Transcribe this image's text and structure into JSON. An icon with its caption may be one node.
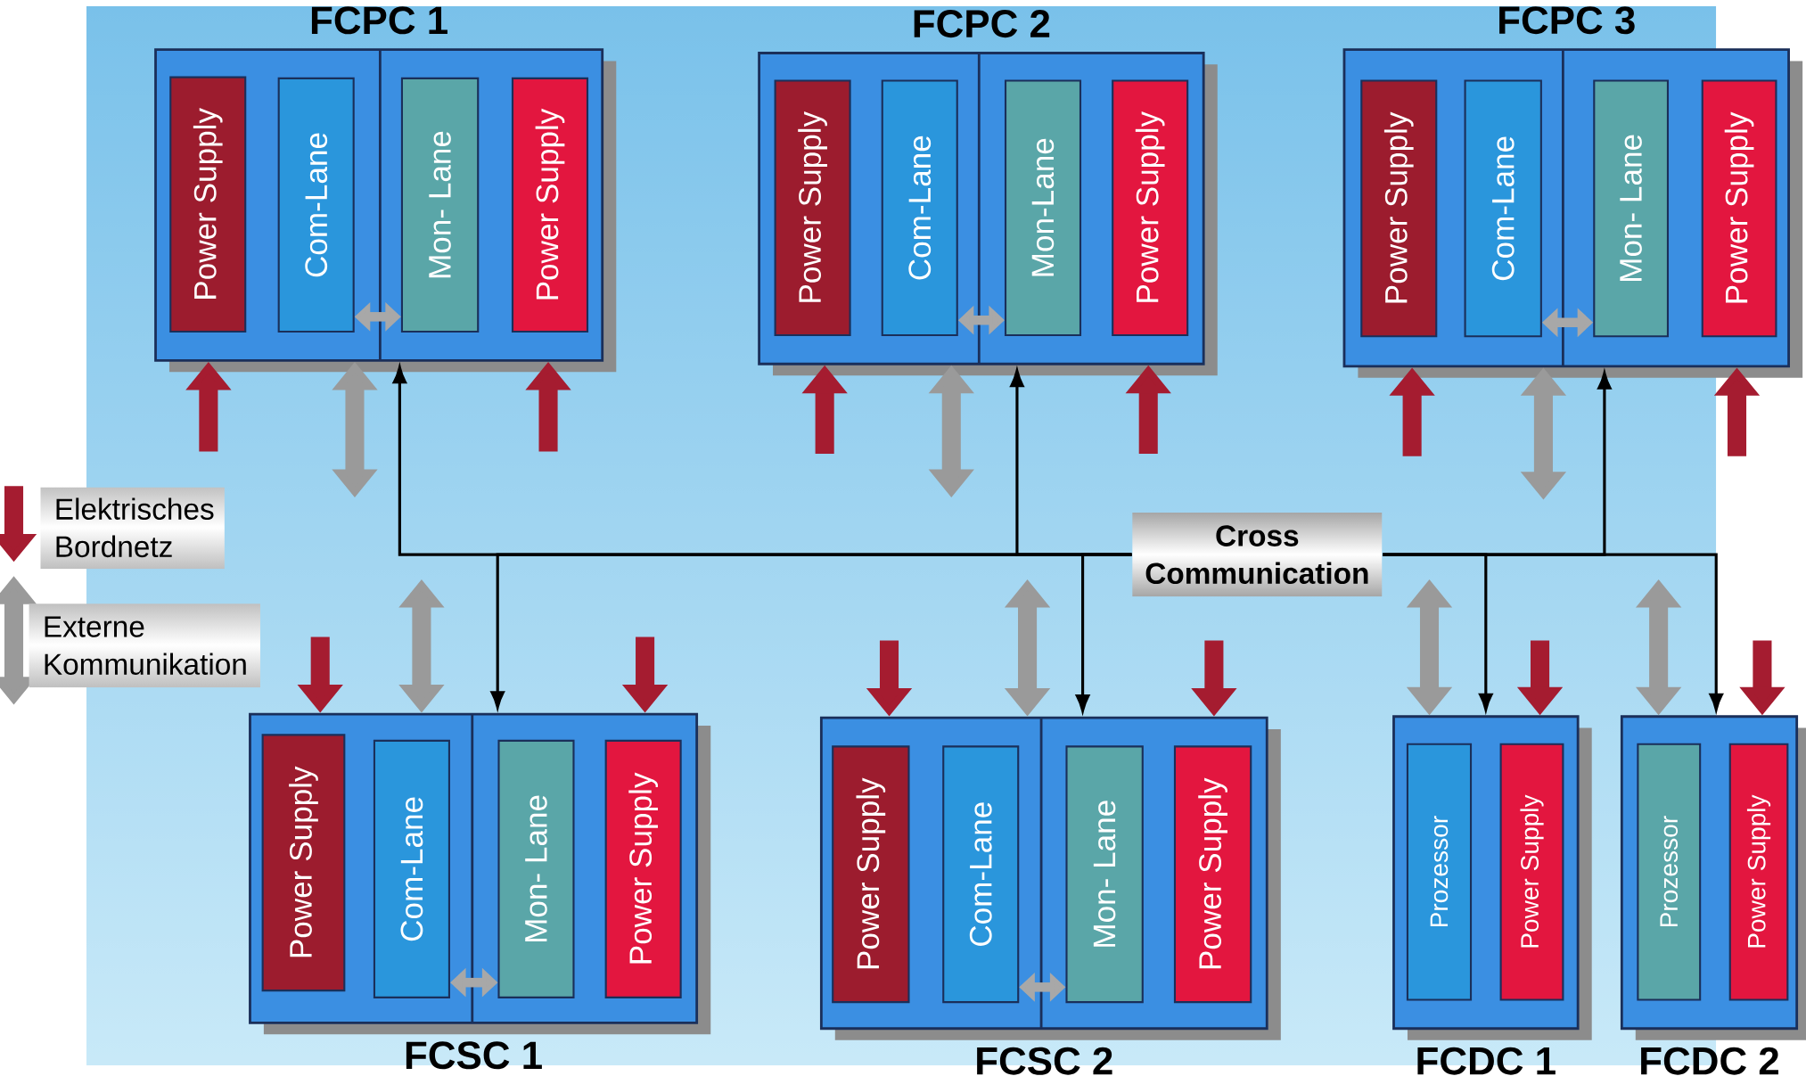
{
  "diagram": {
    "nodes": [
      {
        "text": [
          "FCPC 1"
        ]
      },
      {
        "text": [
          "Power Supply"
        ],
        "in": 0
      },
      {
        "text": [
          "Com-Lane"
        ],
        "in": 0
      },
      {
        "text": [
          "Mon- Lane"
        ],
        "in": 0
      },
      {
        "text": [
          "Power Supply"
        ],
        "in": 0
      },
      {
        "text": [
          "FCPC 2"
        ]
      },
      {
        "text": [
          "Power Supply"
        ],
        "in": 5
      },
      {
        "text": [
          "Com-Lane"
        ],
        "in": 5
      },
      {
        "text": [
          "Mon-Lane"
        ],
        "in": 5
      },
      {
        "text": [
          "Power Supply"
        ],
        "in": 5
      },
      {
        "text": [
          "FCPC 3"
        ]
      },
      {
        "text": [
          "Power Supply"
        ],
        "in": 10
      },
      {
        "text": [
          "Com-Lane"
        ],
        "in": 10
      },
      {
        "text": [
          "Mon- Lane"
        ],
        "in": 10
      },
      {
        "text": [
          "Power Supply"
        ],
        "in": 10
      },
      {
        "text": [
          "Cross Communication"
        ]
      },
      {
        "text": [
          "FCSC 1"
        ]
      },
      {
        "text": [
          "Power Supply"
        ],
        "in": 16
      },
      {
        "text": [
          "Com-Lane"
        ],
        "in": 16
      },
      {
        "text": [
          "Mon- Lane"
        ],
        "in": 16
      },
      {
        "text": [
          "Power Supply"
        ],
        "in": 16
      },
      {
        "text": [
          "FCSC 2"
        ]
      },
      {
        "text": [
          "Power Supply"
        ],
        "in": 21
      },
      {
        "text": [
          "Com-Lane"
        ],
        "in": 21
      },
      {
        "text": [
          "Mon- Lane"
        ],
        "in": 21
      },
      {
        "text": [
          "Power Supply"
        ],
        "in": 21
      },
      {
        "text": [
          "FCDC 1"
        ]
      },
      {
        "text": [
          "Prozessor"
        ],
        "in": 26
      },
      {
        "text": [
          "Power Supply"
        ],
        "in": 26
      },
      {
        "text": [
          "FCDC 2"
        ]
      },
      {
        "text": [
          "Prozessor"
        ],
        "in": 29
      },
      {
        "text": [
          "Power Supply"
        ],
        "in": 29
      }
    ],
    "edges": [
      {
        "from": 2,
        "to": 3,
        "arrow": "both",
        "color": "#a8a8a8"
      },
      {
        "from": 7,
        "to": 8,
        "arrow": "both",
        "color": "#a8a8a8"
      },
      {
        "from": 12,
        "to": 13,
        "arrow": "both",
        "color": "#a8a8a8"
      },
      {
        "from": 18,
        "to": 19,
        "arrow": "both",
        "color": "#a8a8a8"
      },
      {
        "from": 23,
        "to": 24,
        "arrow": "both",
        "color": "#a8a8a8"
      },
      {
        "from": null,
        "to": 0,
        "arrow": "to",
        "color": "#a51c30"
      },
      {
        "from": null,
        "to": 0,
        "arrow": "to",
        "color": "#a51c30"
      },
      {
        "from": null,
        "to": 5,
        "arrow": "to",
        "color": "#a51c30"
      },
      {
        "from": null,
        "to": 5,
        "arrow": "to",
        "color": "#a51c30"
      },
      {
        "from": null,
        "to": 10,
        "arrow": "to",
        "color": "#a51c30"
      },
      {
        "from": null,
        "to": 10,
        "arrow": "to",
        "color": "#a51c30"
      },
      {
        "from": null,
        "to": 16,
        "arrow": "to",
        "color": "#a51c30"
      },
      {
        "from": null,
        "to": 16,
        "arrow": "to",
        "color": "#a51c30"
      },
      {
        "from": null,
        "to": 21,
        "arrow": "to",
        "color": "#a51c30"
      },
      {
        "from": null,
        "to": 21,
        "arrow": "to",
        "color": "#a51c30"
      },
      {
        "from": null,
        "to": 26,
        "arrow": "to",
        "color": "#a51c30"
      },
      {
        "from": null,
        "to": 29,
        "arrow": "to",
        "color": "#a51c30"
      },
      {
        "from": null,
        "to": 0,
        "arrow": "both",
        "color": "#9a9a9a"
      },
      {
        "from": null,
        "to": 5,
        "arrow": "both",
        "color": "#9a9a9a"
      },
      {
        "from": null,
        "to": 10,
        "arrow": "both",
        "color": "#9a9a9a"
      },
      {
        "from": null,
        "to": 16,
        "arrow": "both",
        "color": "#9a9a9a"
      },
      {
        "from": null,
        "to": 21,
        "arrow": "both",
        "color": "#9a9a9a"
      },
      {
        "from": null,
        "to": 26,
        "arrow": "both",
        "color": "#9a9a9a"
      },
      {
        "from": null,
        "to": 29,
        "arrow": "both",
        "color": "#9a9a9a"
      },
      {
        "from": 15,
        "to": 0,
        "arrow": "to",
        "color": "#000000"
      },
      {
        "from": 15,
        "to": 5,
        "arrow": "to",
        "color": "#000000"
      },
      {
        "from": 15,
        "to": 10,
        "arrow": "to",
        "color": "#000000"
      },
      {
        "from": 15,
        "to": 16,
        "arrow": "to",
        "color": "#000000"
      },
      {
        "from": 15,
        "to": 21,
        "arrow": "to",
        "color": "#000000"
      },
      {
        "from": 15,
        "to": 26,
        "arrow": "to",
        "color": "#000000"
      },
      {
        "from": 15,
        "to": 29,
        "arrow": "to",
        "color": "#000000"
      }
    ],
    "legend": [
      {
        "text": "Elektrisches Bordnetz"
      },
      {
        "text": "Externe Kommunikation"
      }
    ]
  }
}
